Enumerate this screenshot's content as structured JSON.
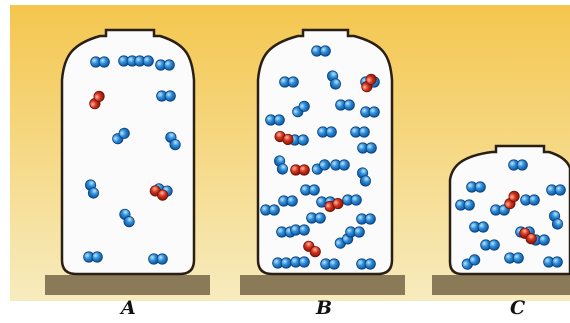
{
  "containers": [
    {
      "label": "A",
      "blue_molecules": 12,
      "red_molecules": 2
    },
    {
      "label": "B",
      "blue_molecules": 31,
      "red_molecules": 5
    },
    {
      "label": "C",
      "blue_molecules": 14,
      "red_molecules": 2
    }
  ],
  "colors": {
    "background_top": "#f4c64e",
    "background_bottom": "#f7ecbf",
    "bottle_fill": "#fbfbfb",
    "bottle_outline": "#2a1f14",
    "shelf": "#8a7a58",
    "blue_molecule": "#2f8fd8",
    "red_molecule": "#d5361d"
  }
}
